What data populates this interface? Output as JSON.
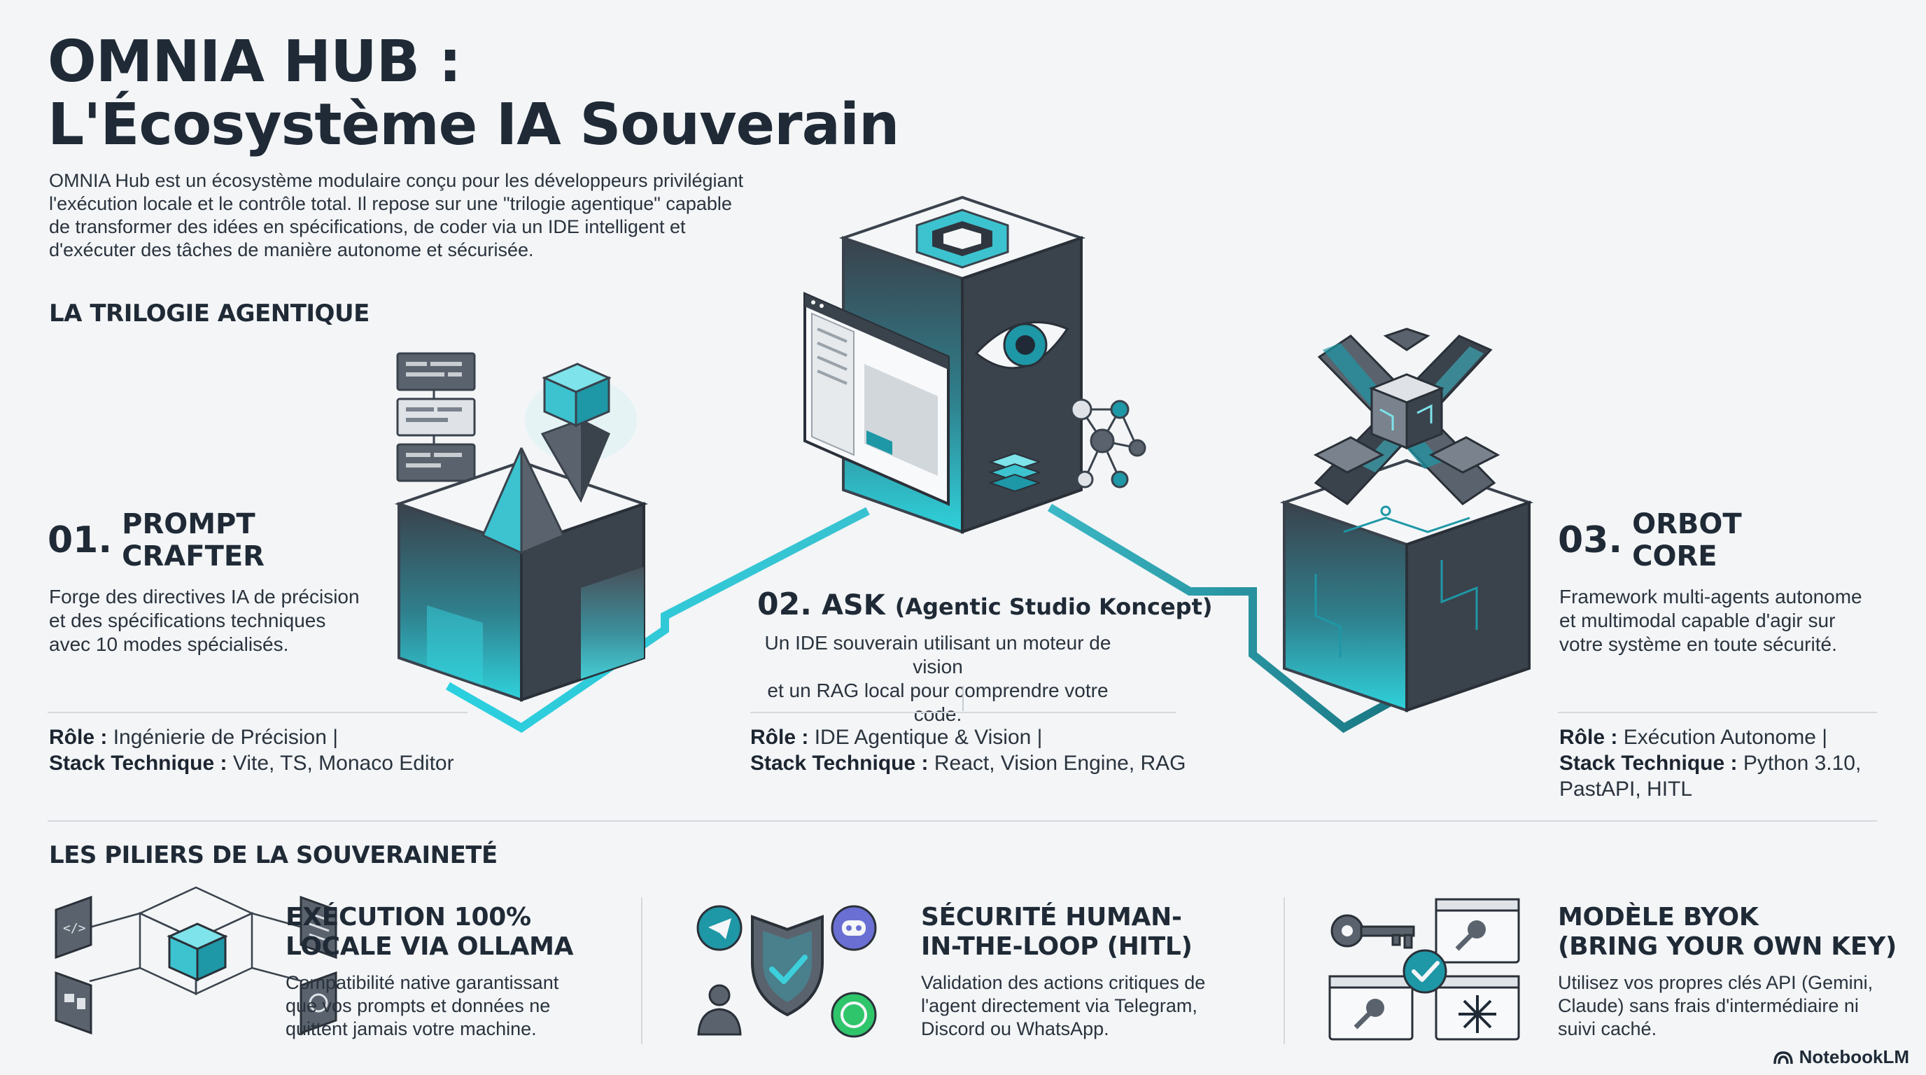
{
  "header": {
    "title_line1": "OMNIA HUB :",
    "title_line2": "L'Écosystème IA Souverain",
    "intro_lines": [
      "OMNIA Hub est un écosystème modulaire conçu pour les développeurs privilégiant",
      "l'exécution locale et le contrôle total. Il repose sur une \"trilogie agentique\" capable",
      "de transformer des idées en spécifications, de coder via un IDE intelligent et",
      "d'exécuter des tâches de manière autonome et sécurisée."
    ]
  },
  "trilogy": {
    "heading": "LA TRILOGIE AGENTIQUE",
    "role_label": "Rôle :",
    "stack_label": "Stack Technique :",
    "items": [
      {
        "number": "01.",
        "name_line1": "PROMPT",
        "name_line2": "CRAFTER",
        "desc_lines": [
          "Forge des directives IA de précision",
          "et des spécifications techniques",
          "avec 10 modes spécialisés."
        ],
        "role": "Ingénierie de Précision |",
        "stack": "Vite, TS, Monaco Editor",
        "stack_line2": ""
      },
      {
        "number": "02.",
        "name_main": "ASK",
        "name_sub": "(Agentic Studio Koncept)",
        "desc_lines": [
          "Un IDE souverain utilisant un moteur de vision",
          "et un RAG local pour comprendre votre code."
        ],
        "role": "IDE Agentique & Vision |",
        "stack": "React, Vision Engine, RAG",
        "stack_line2": ""
      },
      {
        "number": "03.",
        "name_line1": "ORBOT",
        "name_line2": "CORE",
        "desc_lines": [
          "Framework multi-agents autonome",
          "et multimodal capable d'agir sur",
          "votre système en toute sécurité."
        ],
        "role": "Exécution Autonome |",
        "stack": "Python 3.10,",
        "stack_line2": "PastAPI, HITL"
      }
    ]
  },
  "pillars": {
    "heading": "LES PILIERS DE LA SOUVERAINETÉ",
    "items": [
      {
        "title_line1": "EXÉCUTION 100%",
        "title_line2": "LOCALE VIA OLLAMA",
        "text_lines": [
          "Compatibilité native garantissant",
          "que vos prompts et données ne",
          "quittent jamais votre machine."
        ]
      },
      {
        "title_line1": "SÉCURITÉ HUMAN-",
        "title_line2": "IN-THE-LOOP (HITL)",
        "text_lines": [
          "Validation des actions critiques de",
          "l'agent directement via Telegram,",
          "Discord ou WhatsApp."
        ]
      },
      {
        "title_line1": "MODÈLE BYOK",
        "title_line2": "(BRING YOUR OWN KEY)",
        "text_lines": [
          "Utilisez vos propres clés API (Gemini,",
          "Claude) sans frais d'intermédiaire ni",
          "suivi caché."
        ]
      }
    ]
  },
  "brand": {
    "name": "NotebookLM"
  },
  "colors": {
    "teal": "#1fb8c6",
    "teal_light": "#5fd3dc",
    "dark": "#3a424c",
    "mid": "#5a636d",
    "light": "#eef1f4",
    "line": "#1a8a98"
  }
}
